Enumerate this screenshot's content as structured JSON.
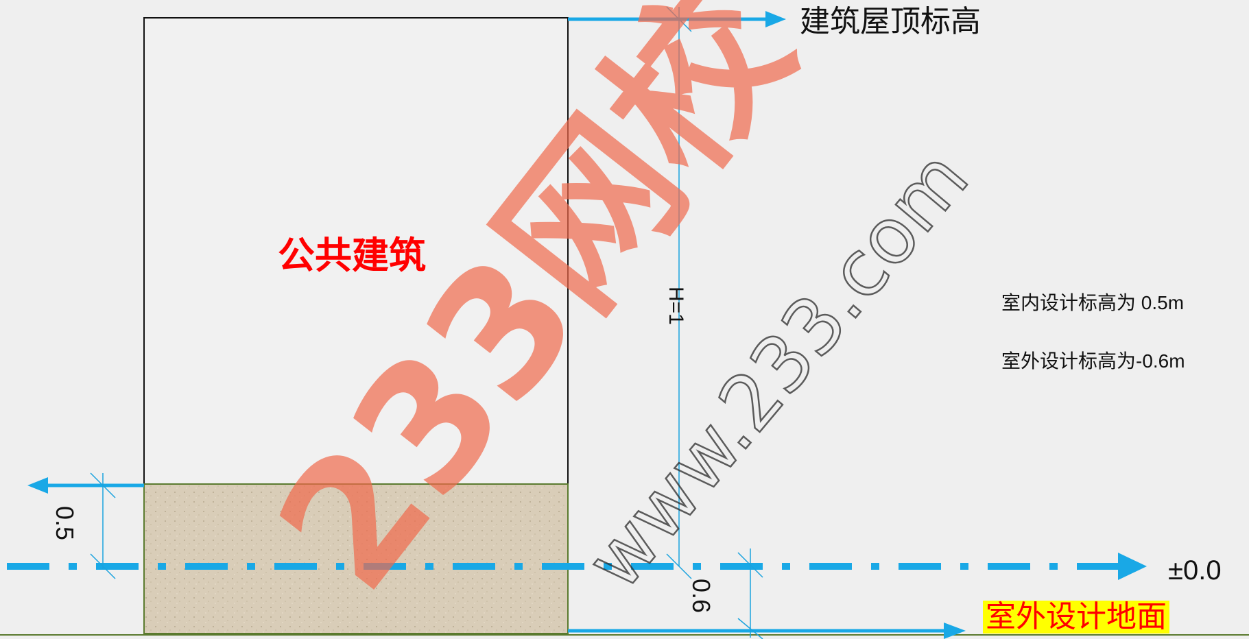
{
  "diagram": {
    "building_title": "公共建筑",
    "roof_elevation_label": "建筑屋顶标高",
    "height_dimension": "H=1",
    "indoor_height_dimension": "0.5",
    "outdoor_height_dimension": "0.6",
    "zero_elevation_label": "±0.0",
    "outdoor_ground_label": "室外设计地面",
    "notes": [
      "室内设计标高为 0.5m",
      "室外设计标高为-0.6m"
    ]
  },
  "watermark": {
    "logo_text": "233网校",
    "url_text": "www.233.com"
  },
  "colors": {
    "background": "#efefef",
    "building_fill": "#f1f1f1",
    "building_outline": "#111111",
    "plinth_fill": "#d9cdb8",
    "plinth_outline": "#5a7a2e",
    "arrow_blue": "#19a8e6",
    "dim_line": "#1aa3de",
    "title_red": "#ff0000",
    "label_highlight": "#ffff00",
    "watermark_orange": "#f06a4d"
  }
}
